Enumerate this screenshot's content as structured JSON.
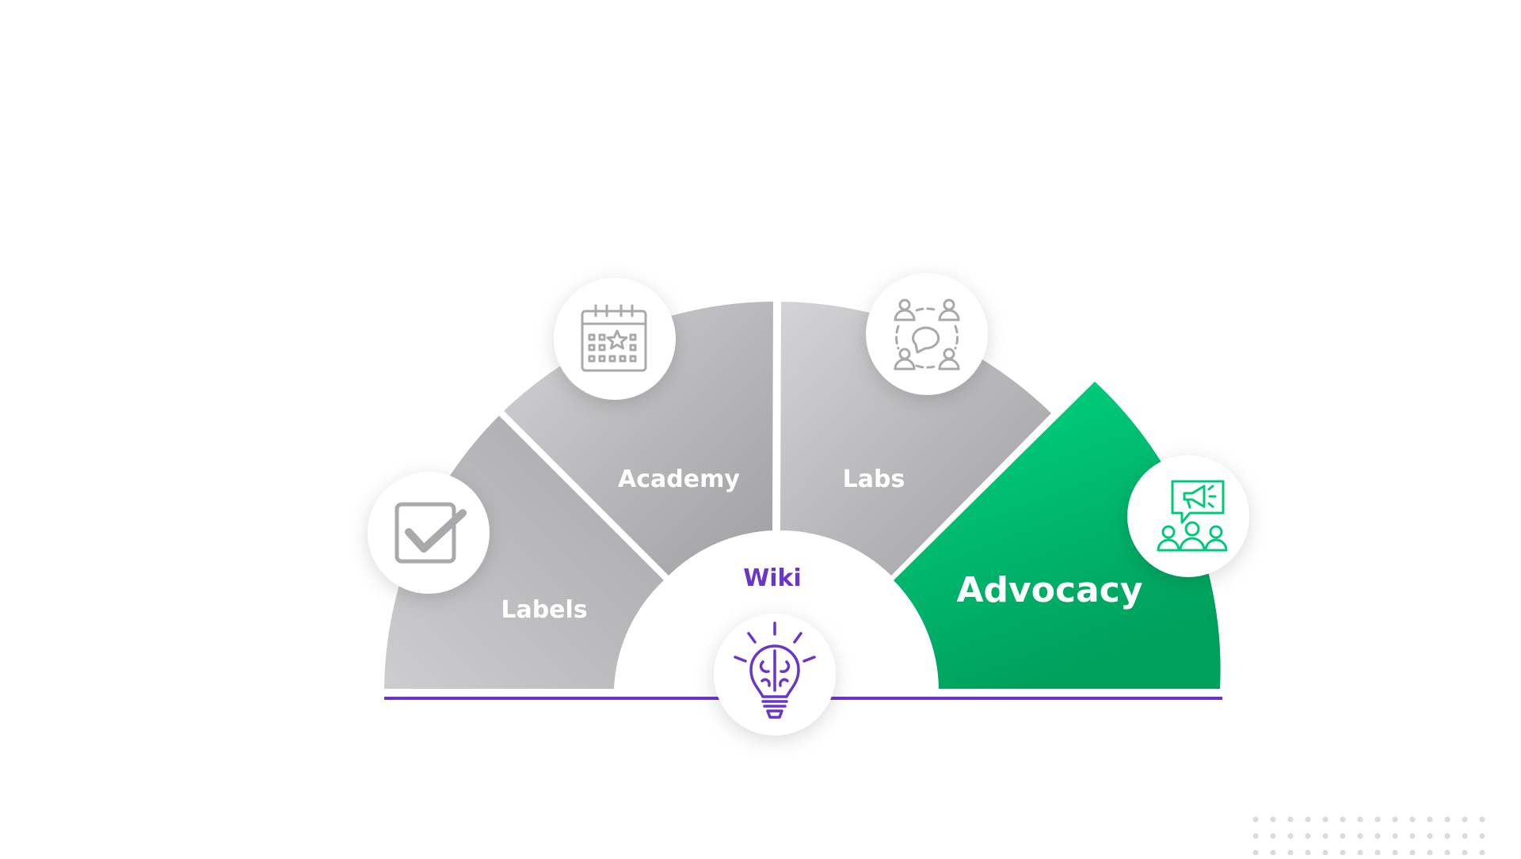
{
  "diagram": {
    "segments": [
      {
        "id": "labels",
        "label": "Labels",
        "icon": "checkbox-icon",
        "highlighted": false
      },
      {
        "id": "academy",
        "label": "Academy",
        "icon": "calendar-star-icon",
        "highlighted": false
      },
      {
        "id": "labs",
        "label": "Labs",
        "icon": "community-chat-icon",
        "highlighted": false
      },
      {
        "id": "advocacy",
        "label": "Advocacy",
        "icon": "megaphone-audience-icon",
        "highlighted": true
      }
    ],
    "center": {
      "label": "Wiki",
      "icon": "lightbulb-brain-icon"
    }
  },
  "colors": {
    "segment_gray_light": "#d2d2d4",
    "segment_gray_dark": "#a4a4a6",
    "accent_green_light": "#00d07e",
    "accent_green_dark": "#00a35e",
    "accent_purple": "#6a35c9",
    "icon_gray": "#a9a9ab",
    "decor_dots": "#d9dbe0"
  }
}
